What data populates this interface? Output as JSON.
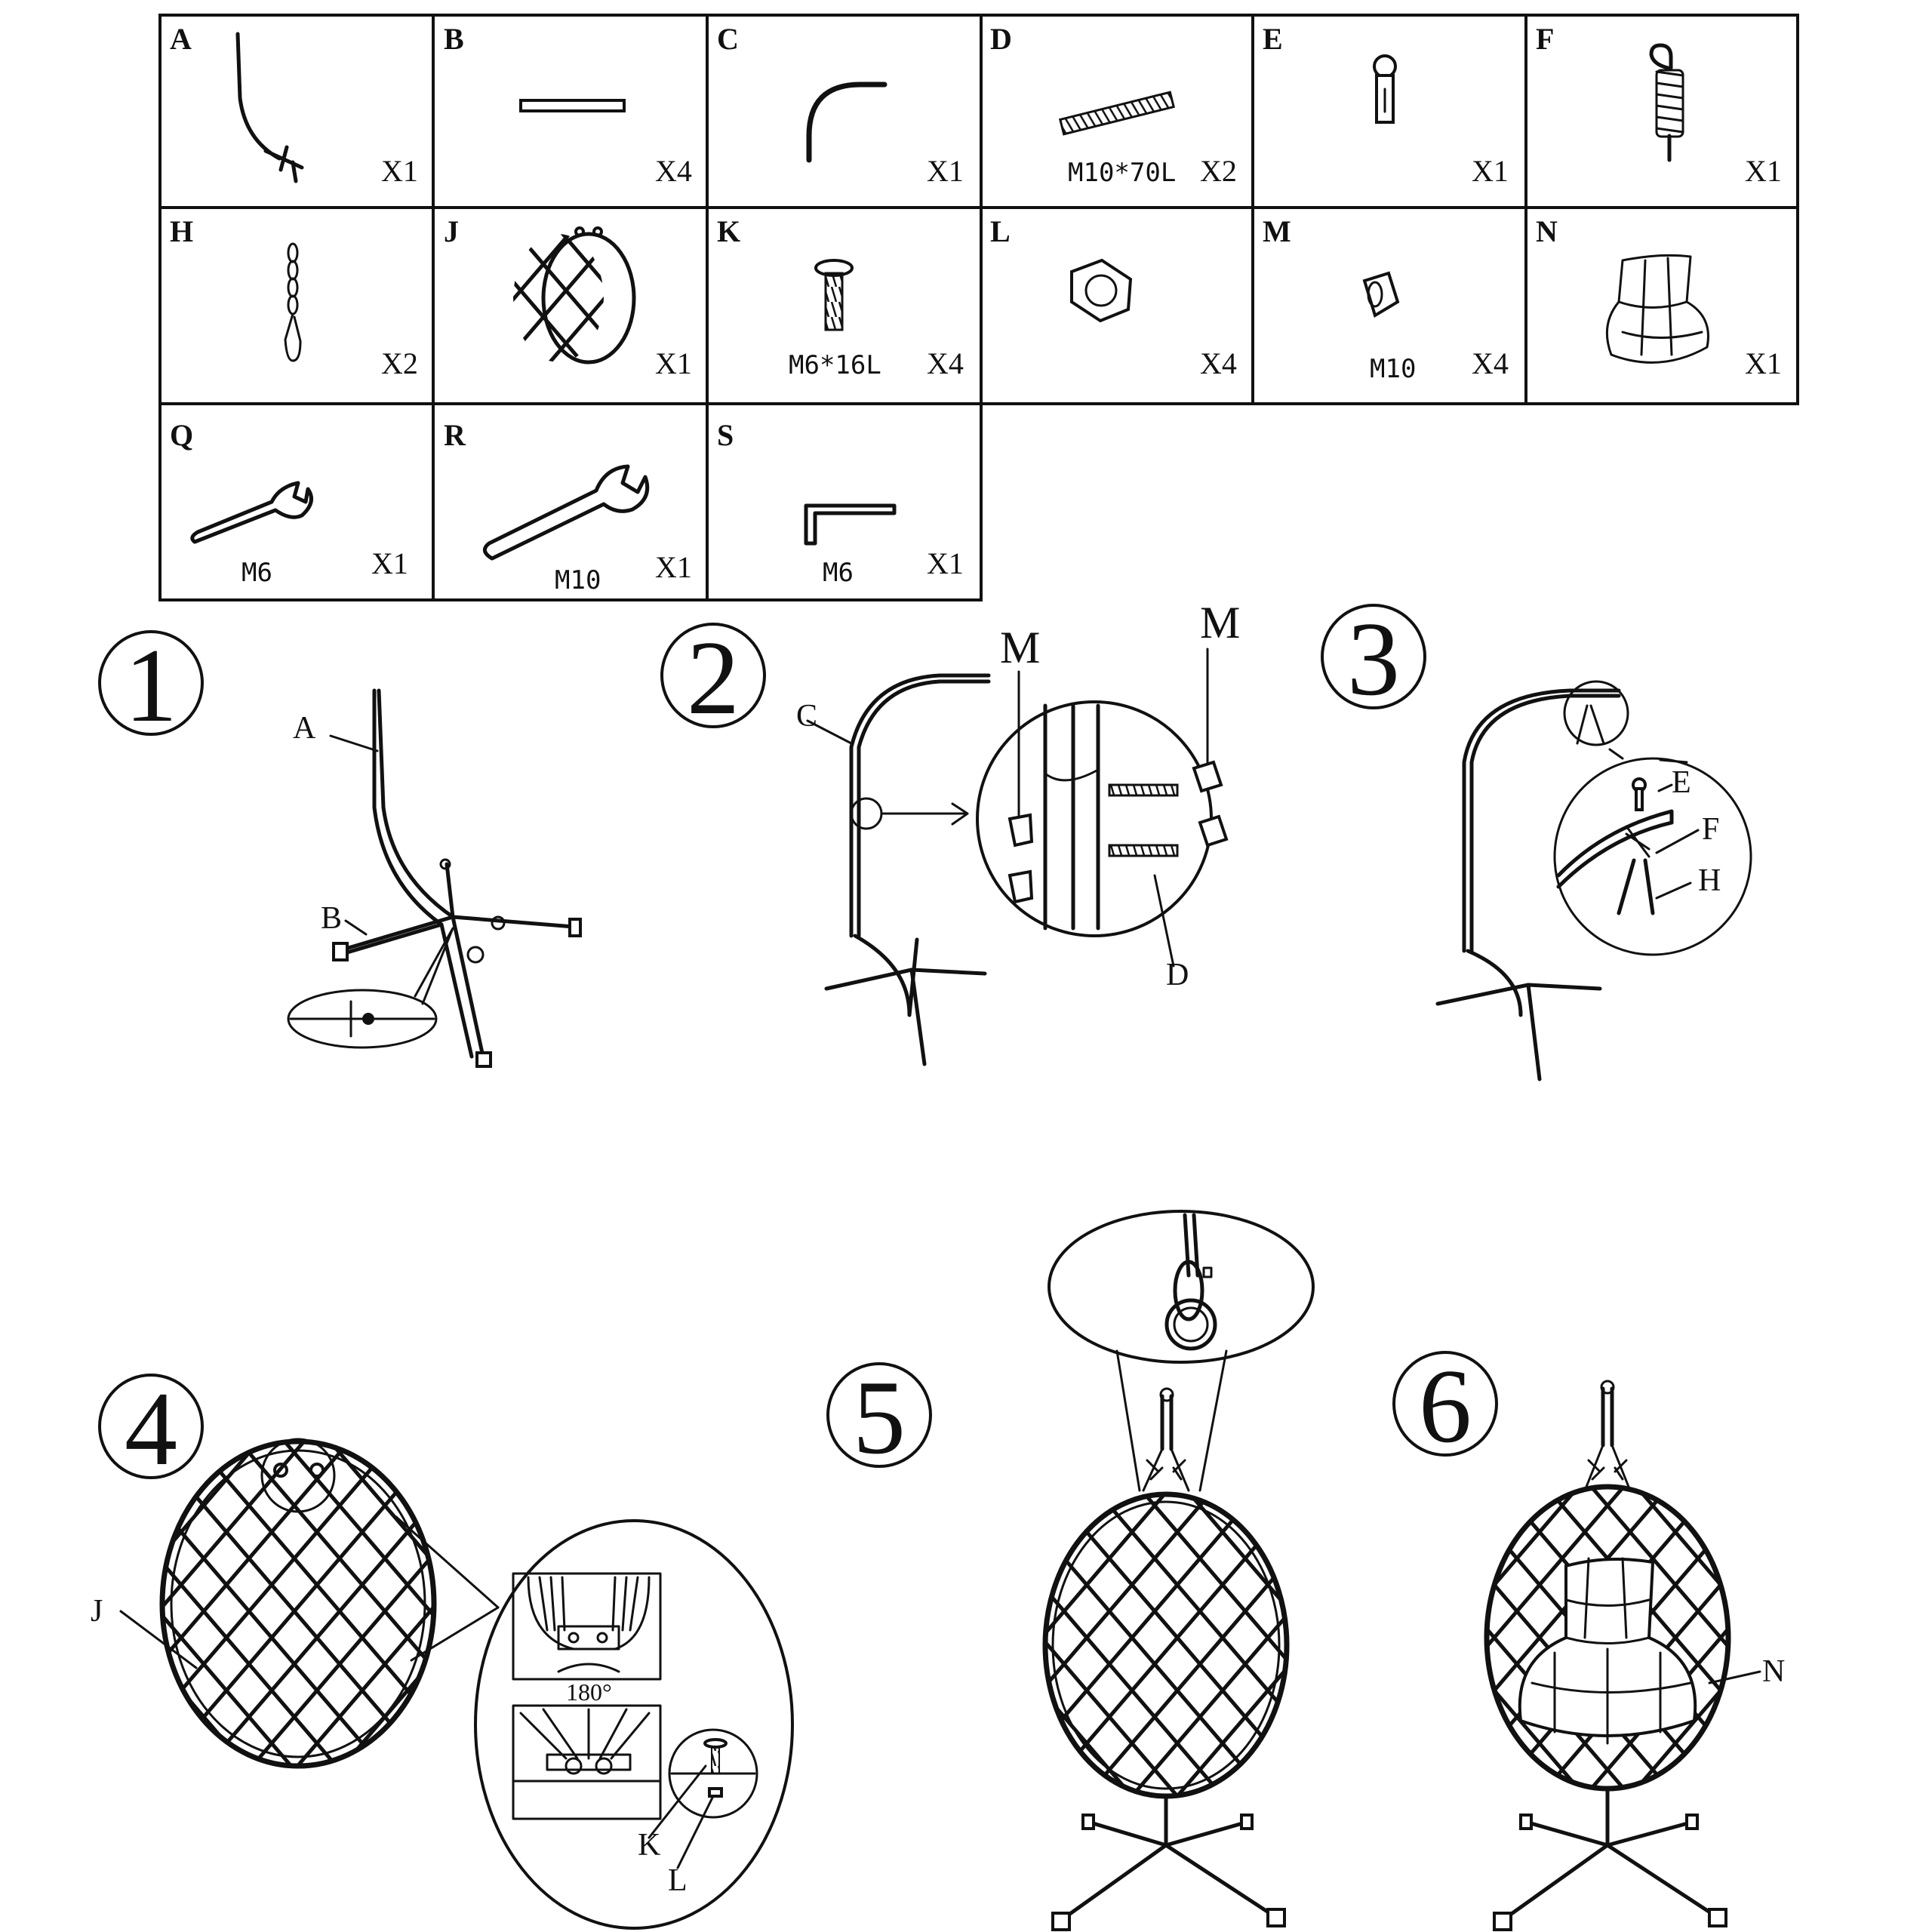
{
  "parts": [
    {
      "letter": "A",
      "qty": "X1",
      "spec": ""
    },
    {
      "letter": "B",
      "qty": "X4",
      "spec": ""
    },
    {
      "letter": "C",
      "qty": "X1",
      "spec": ""
    },
    {
      "letter": "D",
      "qty": "X2",
      "spec": "M10*70L"
    },
    {
      "letter": "E",
      "qty": "X1",
      "spec": ""
    },
    {
      "letter": "F",
      "qty": "X1",
      "spec": ""
    },
    {
      "letter": "H",
      "qty": "X2",
      "spec": ""
    },
    {
      "letter": "J",
      "qty": "X1",
      "spec": ""
    },
    {
      "letter": "K",
      "qty": "X4",
      "spec": "M6*16L"
    },
    {
      "letter": "L",
      "qty": "X4",
      "spec": ""
    },
    {
      "letter": "M",
      "qty": "X4",
      "spec": "M10"
    },
    {
      "letter": "N",
      "qty": "X1",
      "spec": ""
    },
    {
      "letter": "Q",
      "qty": "X1",
      "spec": "M6"
    },
    {
      "letter": "R",
      "qty": "X1",
      "spec": "M10"
    },
    {
      "letter": "S",
      "qty": "X1",
      "spec": "M6"
    }
  ],
  "steps": {
    "s1": {
      "number": "1",
      "callouts": {
        "a": "A",
        "b": "B"
      }
    },
    "s2": {
      "number": "2",
      "callouts": {
        "c": "C",
        "m1": "M",
        "m2": "M",
        "d": "D"
      }
    },
    "s3": {
      "number": "3",
      "callouts": {
        "e": "E",
        "f": "F",
        "h": "H"
      }
    },
    "s4": {
      "number": "4",
      "callouts": {
        "j": "J",
        "k": "K",
        "l": "L",
        "angle": "180°"
      }
    },
    "s5": {
      "number": "5"
    },
    "s6": {
      "number": "6",
      "callouts": {
        "n": "N"
      }
    }
  }
}
